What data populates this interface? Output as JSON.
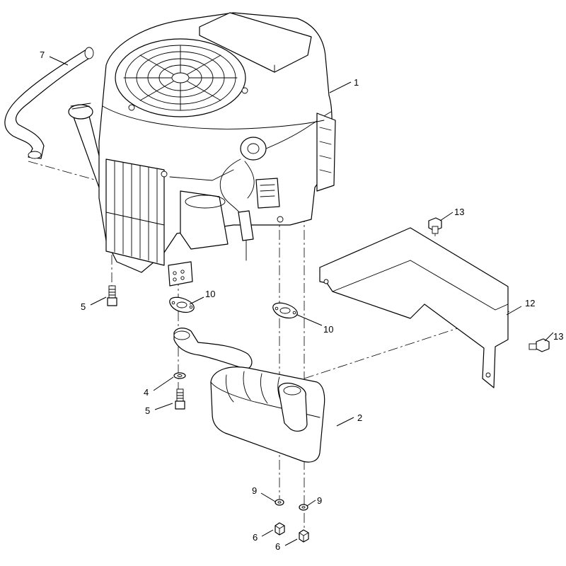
{
  "diagram": {
    "callouts": [
      {
        "id": "c1",
        "label": "1"
      },
      {
        "id": "c2",
        "label": "2"
      },
      {
        "id": "c4",
        "label": "4"
      },
      {
        "id": "c5a",
        "label": "5"
      },
      {
        "id": "c5b",
        "label": "5"
      },
      {
        "id": "c6a",
        "label": "6"
      },
      {
        "id": "c6b",
        "label": "6"
      },
      {
        "id": "c7",
        "label": "7"
      },
      {
        "id": "c9a",
        "label": "9"
      },
      {
        "id": "c9b",
        "label": "9"
      },
      {
        "id": "c10a",
        "label": "10"
      },
      {
        "id": "c10b",
        "label": "10"
      },
      {
        "id": "c12",
        "label": "12"
      },
      {
        "id": "c13a",
        "label": "13"
      },
      {
        "id": "c13b",
        "label": "13"
      }
    ],
    "colors": {
      "line": "#000000",
      "background": "#ffffff"
    }
  }
}
